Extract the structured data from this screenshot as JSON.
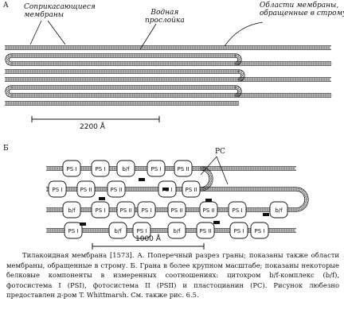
{
  "panel_a": {
    "letter": "A",
    "label_contact": "Соприкасающиеся\nмембраны",
    "label_water": "Водная\nпрослойка",
    "label_stroma": "Области мембраны,\nобращенные в строму",
    "scale": "2200 Å"
  },
  "panel_b": {
    "letter": "Б",
    "pc_label": "PC",
    "scale": "1000 Å",
    "proteins": [
      "PS I",
      "PS II",
      "b/f"
    ]
  },
  "caption": "Тилакоидная мембрана [1573]. А. Поперечный разрез граны; показаны также области мембраны, обращенные в строму. Б. Грана в более крупном масштабе; показаны некоторые белковые компоненты в измеренных соотношениях: цитохром b/f-комплекс (b/f), фотосистема I (PSI), фотосистема II (PSII) и пластоцианин (PC). Рисунок любезно предоставлен д-ром T. Whittmarsh. См. также рис. 6.5."
}
